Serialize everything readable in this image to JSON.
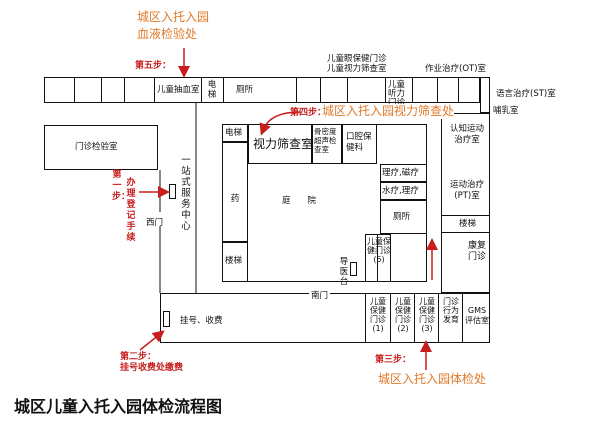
{
  "title": "城区儿童入托入园体检流程图",
  "steps": {
    "s1_label": "第一步：",
    "s1_action": "办理登记手续",
    "s2_label": "第二步：",
    "s2_action": "挂号收费处缴费",
    "s3_label": "第三步：",
    "s3_place": "城区入托入园体检处",
    "s4_label": "第四步：",
    "s4_place": "城区入托入园视力筛查处",
    "s5_label": "第五步：",
    "s5_place_line1": "城区入托入园",
    "s5_place_line2": "血液检验处"
  },
  "rooms": {
    "blood": "儿童抽血室",
    "elevator_top": "电梯",
    "toilet_top": "厕所",
    "eye_health": "儿童眼保健门诊",
    "eye_screen": "儿童视力筛查室",
    "hearing": "儿童听力门诊",
    "ot": "作业治疗(OT)室",
    "st": "语言治疗(ST)室",
    "nursing": "哺乳室",
    "lab": "门诊检验室",
    "one_stop": "一站式服务中心",
    "west_gate": "西门",
    "elevator_mid": "电梯",
    "vision_screen": "视力筛查室",
    "ultrasound": "骨密度超声检查室",
    "dental": "口腔保健科",
    "cognitive": "认知运动治疗室",
    "pt": "运动治疗(PT)室",
    "pharmacy": "药房",
    "courtyard": "庭　　院",
    "physio": "理疗,磁疗",
    "hydro": "水疗,理疗",
    "toilet_mid": "厕所",
    "stairs_right": "楼梯",
    "rehab": "康复门诊",
    "stairs_left": "楼梯",
    "child_care_5": "儿童保健门诊(5)",
    "guide": "导医台",
    "south_gate": "南门",
    "register": "挂号、收费",
    "child_care_1": "儿童保健门诊(1)",
    "child_care_2": "儿童保健门诊(2)",
    "child_care_3": "儿童保健门诊(3)",
    "behavior": "门诊行为发育",
    "gms": "GMS评估室"
  },
  "colors": {
    "orange": "#e07a2a",
    "red": "#c81e1e",
    "line": "#111111"
  }
}
